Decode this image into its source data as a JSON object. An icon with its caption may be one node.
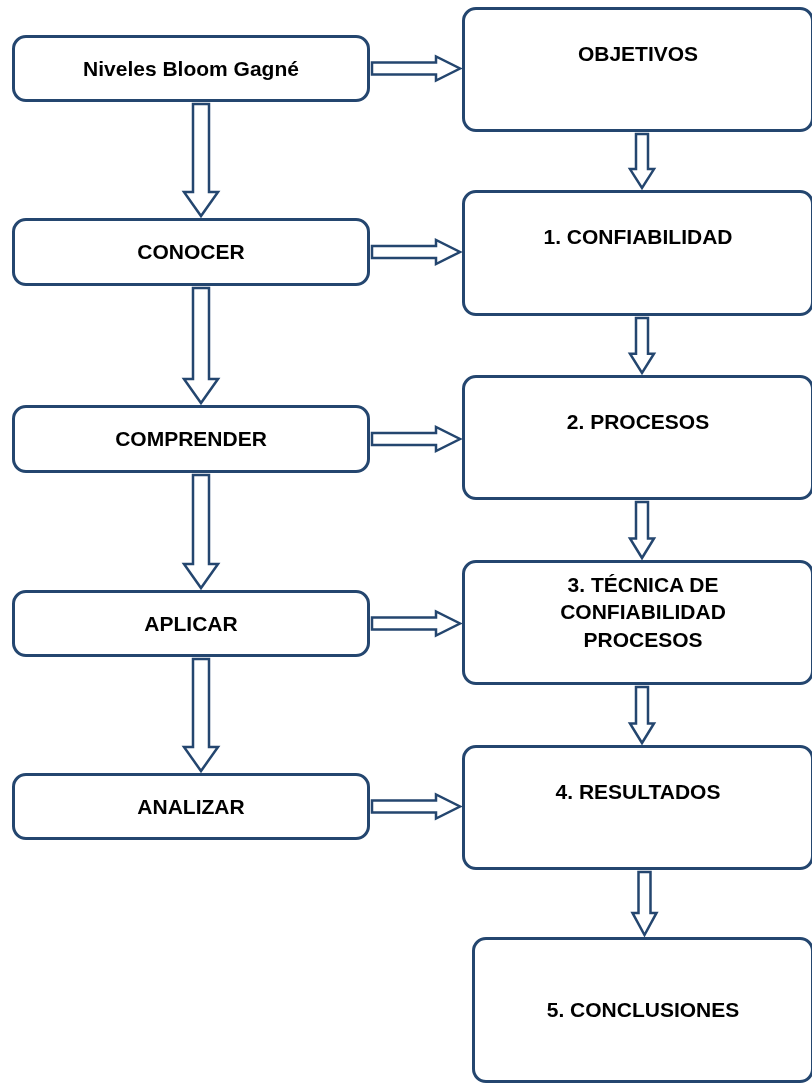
{
  "diagram": {
    "nodes": [
      {
        "text": [
          "Niveles Bloom Gagné"
        ]
      },
      {
        "text": [
          "OBJETIVOS"
        ]
      },
      {
        "text": [
          "CONOCER"
        ]
      },
      {
        "text": [
          "1. CONFIABILIDAD"
        ]
      },
      {
        "text": [
          "COMPRENDER"
        ]
      },
      {
        "text": [
          "2. PROCESOS"
        ]
      },
      {
        "text": [
          "APLICAR"
        ]
      },
      {
        "text": [
          "3. TÉCNICA DE CONFIABILIDAD PROCESOS"
        ]
      },
      {
        "text": [
          "ANALIZAR"
        ]
      },
      {
        "text": [
          "4. RESULTADOS"
        ]
      },
      {
        "text": [
          "5. CONCLUSIONES"
        ]
      }
    ],
    "edges": [
      {
        "from": 0,
        "to": 1,
        "arrow": "to"
      },
      {
        "from": 0,
        "to": 2,
        "arrow": "to"
      },
      {
        "from": 1,
        "to": 3,
        "arrow": "to"
      },
      {
        "from": 2,
        "to": 3,
        "arrow": "to"
      },
      {
        "from": 2,
        "to": 4,
        "arrow": "to"
      },
      {
        "from": 3,
        "to": 5,
        "arrow": "to"
      },
      {
        "from": 4,
        "to": 5,
        "arrow": "to"
      },
      {
        "from": 4,
        "to": 6,
        "arrow": "to"
      },
      {
        "from": 5,
        "to": 7,
        "arrow": "to"
      },
      {
        "from": 6,
        "to": 7,
        "arrow": "to"
      },
      {
        "from": 6,
        "to": 8,
        "arrow": "to"
      },
      {
        "from": 7,
        "to": 9,
        "arrow": "to"
      },
      {
        "from": 8,
        "to": 9,
        "arrow": "to"
      },
      {
        "from": 9,
        "to": 10,
        "arrow": "to"
      }
    ]
  }
}
